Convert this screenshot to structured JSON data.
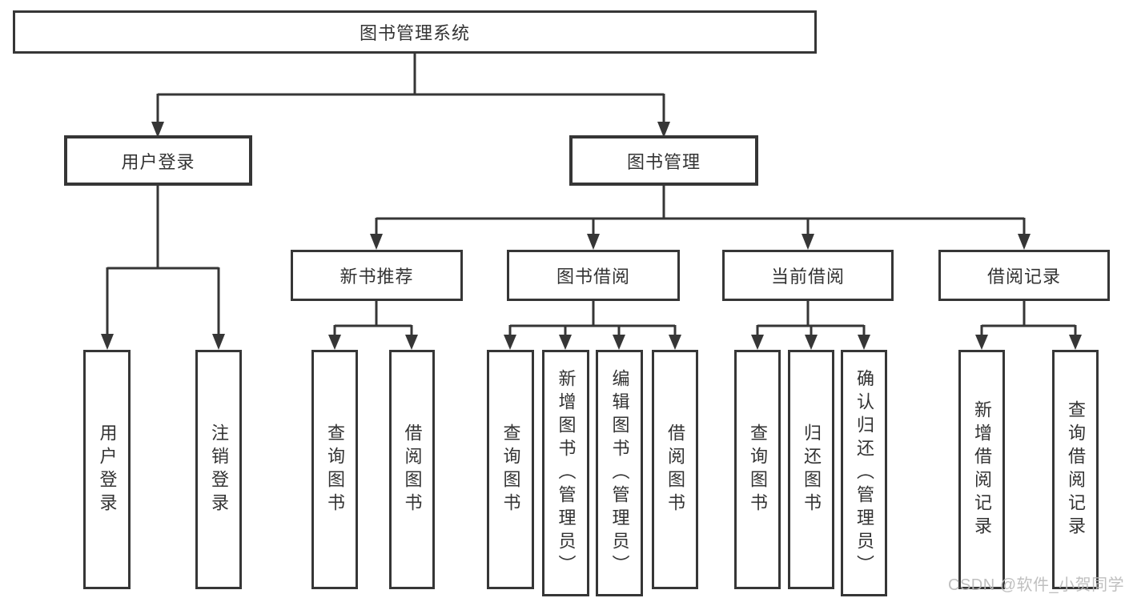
{
  "diagram_type": "hierarchy-tree",
  "colors": {
    "line": "#363636",
    "box_border": "#363636",
    "box_fill": "#ffffff",
    "text": "#333333",
    "watermark": "#bababa",
    "background": "#ffffff"
  },
  "tree": {
    "label": "图书管理系统",
    "children": [
      {
        "label": "用户登录",
        "children": [
          {
            "label": "用户登录"
          },
          {
            "label": "注销登录"
          }
        ]
      },
      {
        "label": "图书管理",
        "children": [
          {
            "label": "新书推荐",
            "children": [
              {
                "label": "查询图书"
              },
              {
                "label": "借阅图书"
              }
            ]
          },
          {
            "label": "图书借阅",
            "children": [
              {
                "label": "查询图书"
              },
              {
                "label": "新增图书（管理员）"
              },
              {
                "label": "编辑图书（管理员）"
              },
              {
                "label": "借阅图书"
              }
            ]
          },
          {
            "label": "当前借阅",
            "children": [
              {
                "label": "查询图书"
              },
              {
                "label": "归还图书"
              },
              {
                "label": "确认归还（管理员）"
              }
            ]
          },
          {
            "label": "借阅记录",
            "children": [
              {
                "label": "新增借阅记录"
              },
              {
                "label": "查询借阅记录"
              }
            ]
          }
        ]
      }
    ]
  },
  "watermark": "CSDN @软件_小贺同学"
}
